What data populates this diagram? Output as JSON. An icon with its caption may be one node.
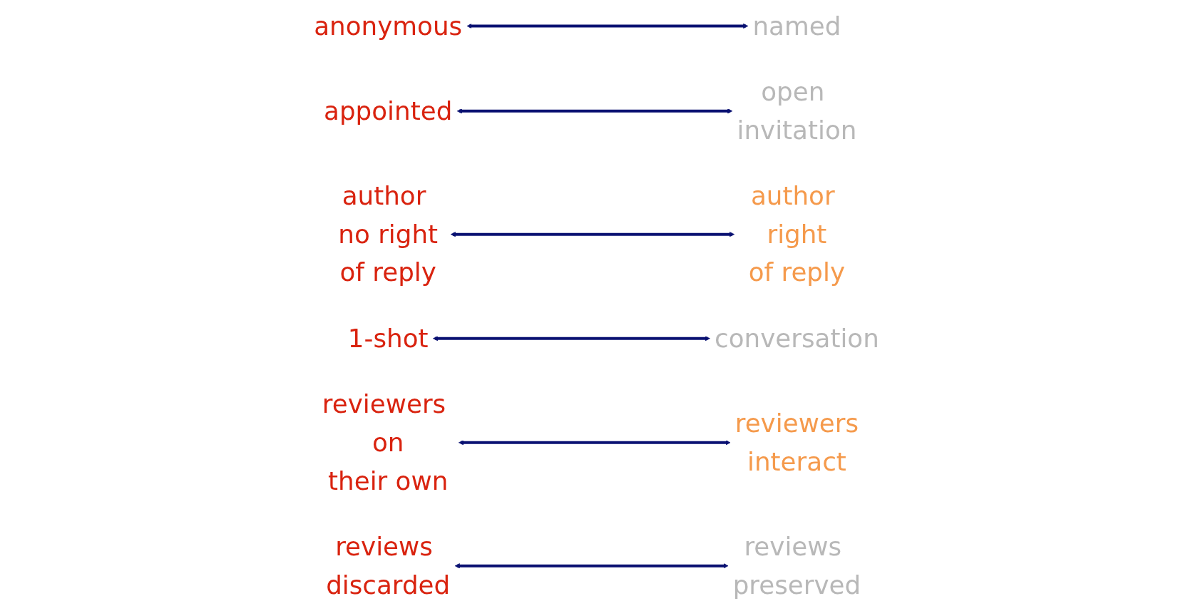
{
  "diagram": {
    "nodes": [
      {
        "text": [
          "anonymous"
        ]
      },
      {
        "text": [
          "named"
        ]
      },
      {
        "text": [
          "appointed"
        ]
      },
      {
        "text": [
          "open invitation"
        ]
      },
      {
        "text": [
          "author no right of reply"
        ]
      },
      {
        "text": [
          "author right of reply"
        ]
      },
      {
        "text": [
          "1-shot"
        ]
      },
      {
        "text": [
          "conversation"
        ]
      },
      {
        "text": [
          "reviewers on their own"
        ]
      },
      {
        "text": [
          "reviewers interact"
        ]
      },
      {
        "text": [
          "reviews discarded"
        ]
      },
      {
        "text": [
          "reviews preserved"
        ]
      }
    ],
    "edges": [
      {
        "from": 0,
        "to": 1,
        "arrow": "both"
      },
      {
        "from": 2,
        "to": 3,
        "arrow": "both"
      },
      {
        "from": 4,
        "to": 5,
        "arrow": "both"
      },
      {
        "from": 6,
        "to": 7,
        "arrow": "both"
      },
      {
        "from": 8,
        "to": 9,
        "arrow": "both"
      },
      {
        "from": 10,
        "to": 11,
        "arrow": "both"
      }
    ]
  }
}
